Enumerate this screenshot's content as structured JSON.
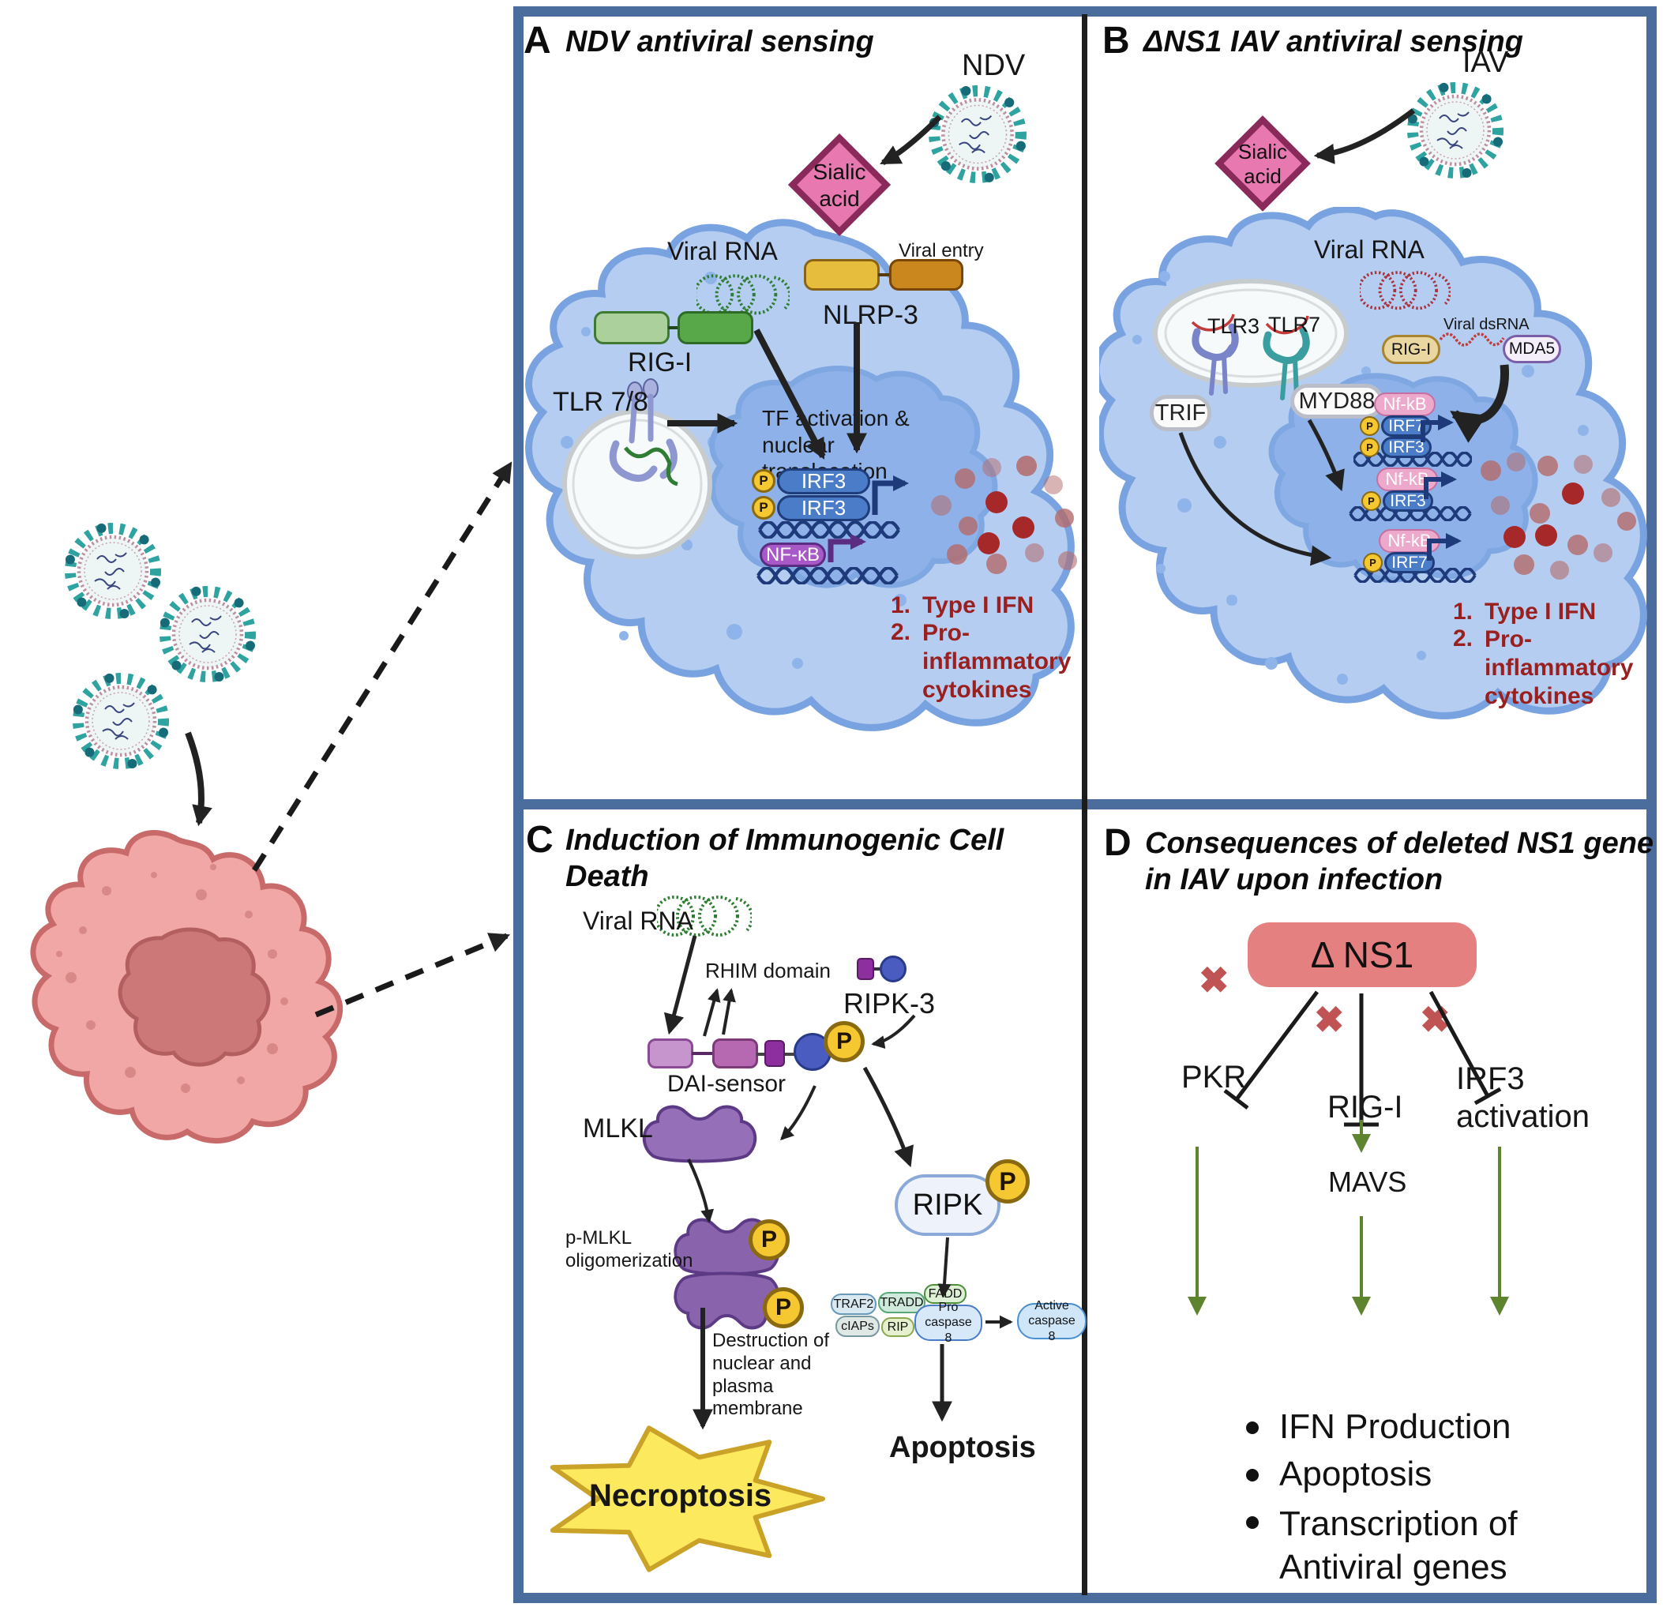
{
  "colors": {
    "frame_border": "#4a6d9e",
    "cell_fill": "#b5cdf1",
    "cell_stroke": "#79a3e0",
    "nucleus_fill": "#8db1e8",
    "pink_cell_fill": "#f2a7a7",
    "pink_cell_stroke": "#c96a6a",
    "pink_nucleus_fill": "#cc7878",
    "outcome_text": "#9a1f1f",
    "inhibit_x": "#c05454",
    "green_arrow": "#5f8430",
    "sialic_fill": "#e878b0",
    "sialic_border": "#8a2a5a",
    "dns1_fill": "#e48080",
    "phospho_fill": "#f5c832",
    "irf_pill_fill": "#4a7cc7",
    "nfkb_a_fill": "#a958c8",
    "nfkb_b_fill": "#eca9cb",
    "necroptosis_fill": "#fce95e",
    "viral_rna_green": "#2e7d32",
    "viral_rna_red": "#a8323e"
  },
  "panel_a": {
    "letter": "A",
    "title": "NDV antiviral sensing",
    "virus": "NDV",
    "sialic": "Sialic acid",
    "viral_entry": "Viral entry",
    "viral_rna": "Viral RNA",
    "nlrp3": "NLRP-3",
    "rigi": "RIG-I",
    "tlr78": "TLR 7/8",
    "tf": "TF activation & nuclear translocation",
    "p": "P",
    "irf3": "IRF3",
    "nfkb": "NF-κB",
    "o1n": "1.",
    "o1": "Type I IFN",
    "o2n": "2.",
    "o2": "Pro-inflammatory cytokines"
  },
  "panel_b": {
    "letter": "B",
    "title": "ΔNS1 IAV  antiviral sensing",
    "virus": "IAV",
    "sialic": "Sialic acid",
    "viral_rna": "Viral RNA",
    "tlr3": "TLR3",
    "tlr7": "TLR7",
    "trif": "TRIF",
    "myd88": "MYD88",
    "rigi": "RIG-I",
    "dsrna": "Viral dsRNA",
    "mda5": "MDA5",
    "nfkb": "Nf-kB",
    "p": "P",
    "irf7": "IRF7",
    "irf3": "IRF3",
    "o1n": "1.",
    "o1": "Type I IFN",
    "o2n": "2.",
    "o2": "Pro-inflammatory cytokines"
  },
  "panel_c": {
    "letter": "C",
    "title": "Induction of Immunogenic Cell Death",
    "viral_rna": "Viral RNA",
    "rhim": "RHIM domain",
    "ripk3": "RIPK-3",
    "dai": "DAI-sensor",
    "mlkl": "MLKL",
    "p": "P",
    "pmlkl": "p-MLKL oligomerization",
    "destruction": "Destruction of nuclear and plasma membrane",
    "necroptosis": "Necroptosis",
    "ripk": "RIPK",
    "traf2": "TRAF2",
    "tradd": "TRADD",
    "fadd": "FADD",
    "ciaps": "cIAPs",
    "rip": "RIP",
    "pro_caspase": "Pro caspase 8",
    "active_caspase": "Active caspase 8",
    "apoptosis": "Apoptosis"
  },
  "panel_d": {
    "letter": "D",
    "title": "Consequences of deleted NS1 gene in IAV upon infection",
    "dns1": "Δ NS1",
    "pkr": "PKR",
    "rigi": "RIG-I",
    "irf3_activation": "IRF3 activation",
    "mavs": "MAVS",
    "bullets": [
      "IFN Production",
      "Apoptosis",
      "Transcription of Antiviral genes"
    ]
  }
}
